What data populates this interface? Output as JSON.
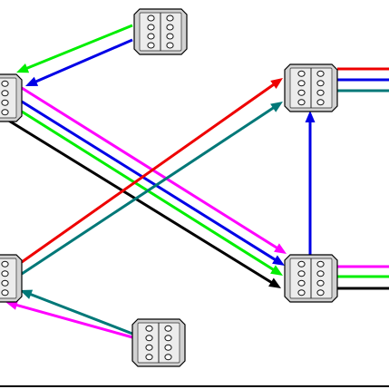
{
  "connectors": [
    {
      "id": "top-middle-connector",
      "pins": 4
    },
    {
      "id": "left-top-connector",
      "pins": 4
    },
    {
      "id": "right-top-connector",
      "pins": 4
    },
    {
      "id": "right-bottom-connector",
      "pins": 4
    },
    {
      "id": "left-bottom-connector",
      "pins": 4
    },
    {
      "id": "bottom-middle-connector",
      "pins": 4
    }
  ],
  "wires": [
    {
      "id": "green-top-to-left",
      "color": "#00ee00",
      "from": "top-middle-connector",
      "to": "left-top-connector",
      "arrow": true
    },
    {
      "id": "blue-top-to-left",
      "color": "#0000e6",
      "from": "top-middle-connector",
      "to": "left-top-connector",
      "arrow": true
    },
    {
      "id": "magenta-left-to-right",
      "color": "#ff00ff",
      "from": "left-top-connector",
      "to": "right-bottom-connector",
      "arrow": true
    },
    {
      "id": "blue-left-to-right",
      "color": "#0000e6",
      "from": "left-top-connector",
      "to": "right-bottom-connector",
      "arrow": true
    },
    {
      "id": "green-left-to-right",
      "color": "#00ee00",
      "from": "left-top-connector",
      "to": "right-bottom-connector",
      "arrow": true
    },
    {
      "id": "black-left-to-right",
      "color": "#000000",
      "from": "left-top-connector",
      "to": "right-bottom-connector",
      "arrow": true
    },
    {
      "id": "red-left-to-right",
      "color": "#ee0000",
      "from": "left-bottom-connector",
      "to": "right-top-connector",
      "arrow": true
    },
    {
      "id": "teal-left-to-right",
      "color": "#007878",
      "from": "left-bottom-connector",
      "to": "right-top-connector",
      "arrow": true
    },
    {
      "id": "blue-bottom-to-top",
      "color": "#0000e6",
      "from": "right-bottom-connector",
      "to": "right-top-connector",
      "arrow": true
    },
    {
      "id": "teal-bottom-to-left",
      "color": "#007878",
      "from": "bottom-middle-connector",
      "to": "left-bottom-connector",
      "arrow": true
    },
    {
      "id": "magenta-bottom-to-left",
      "color": "#ff00ff",
      "from": "bottom-middle-connector",
      "to": "left-bottom-connector",
      "arrow": true
    },
    {
      "id": "red-right-exit",
      "color": "#ee0000",
      "from": "right-top-connector",
      "to": "edge",
      "arrow": false
    },
    {
      "id": "blue-right-exit",
      "color": "#0000e6",
      "from": "right-top-connector",
      "to": "edge",
      "arrow": false
    },
    {
      "id": "teal-right-exit",
      "color": "#007878",
      "from": "right-top-connector",
      "to": "edge",
      "arrow": false
    },
    {
      "id": "magenta-right-exit",
      "color": "#ff00ff",
      "from": "right-bottom-connector",
      "to": "edge",
      "arrow": false
    },
    {
      "id": "green-right-exit",
      "color": "#00ee00",
      "from": "right-bottom-connector",
      "to": "edge",
      "arrow": false
    },
    {
      "id": "black-right-exit",
      "color": "#000000",
      "from": "right-bottom-connector",
      "to": "edge",
      "arrow": false
    }
  ]
}
